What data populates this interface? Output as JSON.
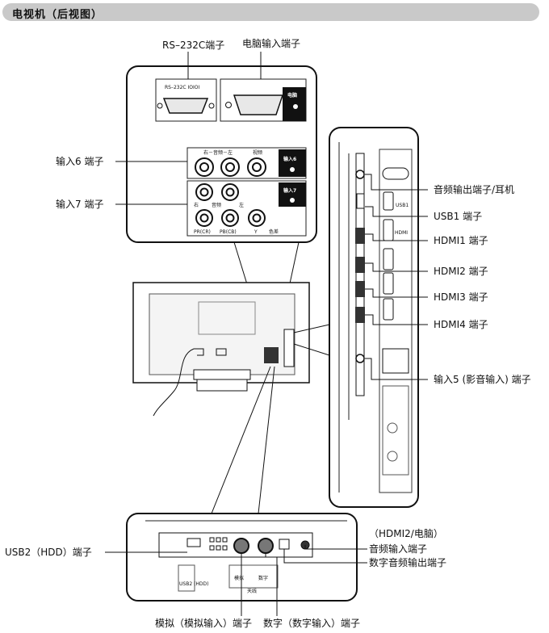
{
  "header": {
    "title": "电视机（后视图）"
  },
  "callouts": {
    "rs232c_port": "RS–232C端子",
    "pc_input_port": "电脑输入端子",
    "input6_port": "输入6 端子",
    "input7_port": "输入7 端子",
    "audio_out_headphone": "音频输出端子/耳机",
    "usb1_port": "USB1 端子",
    "hdmi1_port": "HDMI1 端子",
    "hdmi2_port": "HDMI2 端子",
    "hdmi3_port": "HDMI3 端子",
    "hdmi4_port": "HDMI4 端子",
    "input5_port": "输入5 (影音输入) 端子",
    "usb2_port": "USB2（HDD）端子",
    "hdmi2_pc_note": "（HDMI2/电脑）",
    "audio_input_port": "音频输入端子",
    "digital_audio_out_port": "数字音频输出端子",
    "analog_input_port": "模拟（模拟输入）端子",
    "digital_input_port": "数字（数字输入）端子"
  },
  "panel_labels": {
    "rs232c": "RS–232C IOIOI",
    "pc_badge": "电脑",
    "audio_lr": "右－音频－左",
    "video": "视频",
    "input6_badge": "输入6",
    "input7_badge": "输入7",
    "right": "右",
    "audio": "音频",
    "left": "左",
    "pr": "PR(CR)",
    "pb": "PB(CB)",
    "y": "Y",
    "component": "色差",
    "hdmi": "HDMI",
    "usb1": "USB1",
    "usb2_hdd": "USB2 (HDD)",
    "analog": "模拟",
    "digital": "数字",
    "antenna": "天线"
  }
}
